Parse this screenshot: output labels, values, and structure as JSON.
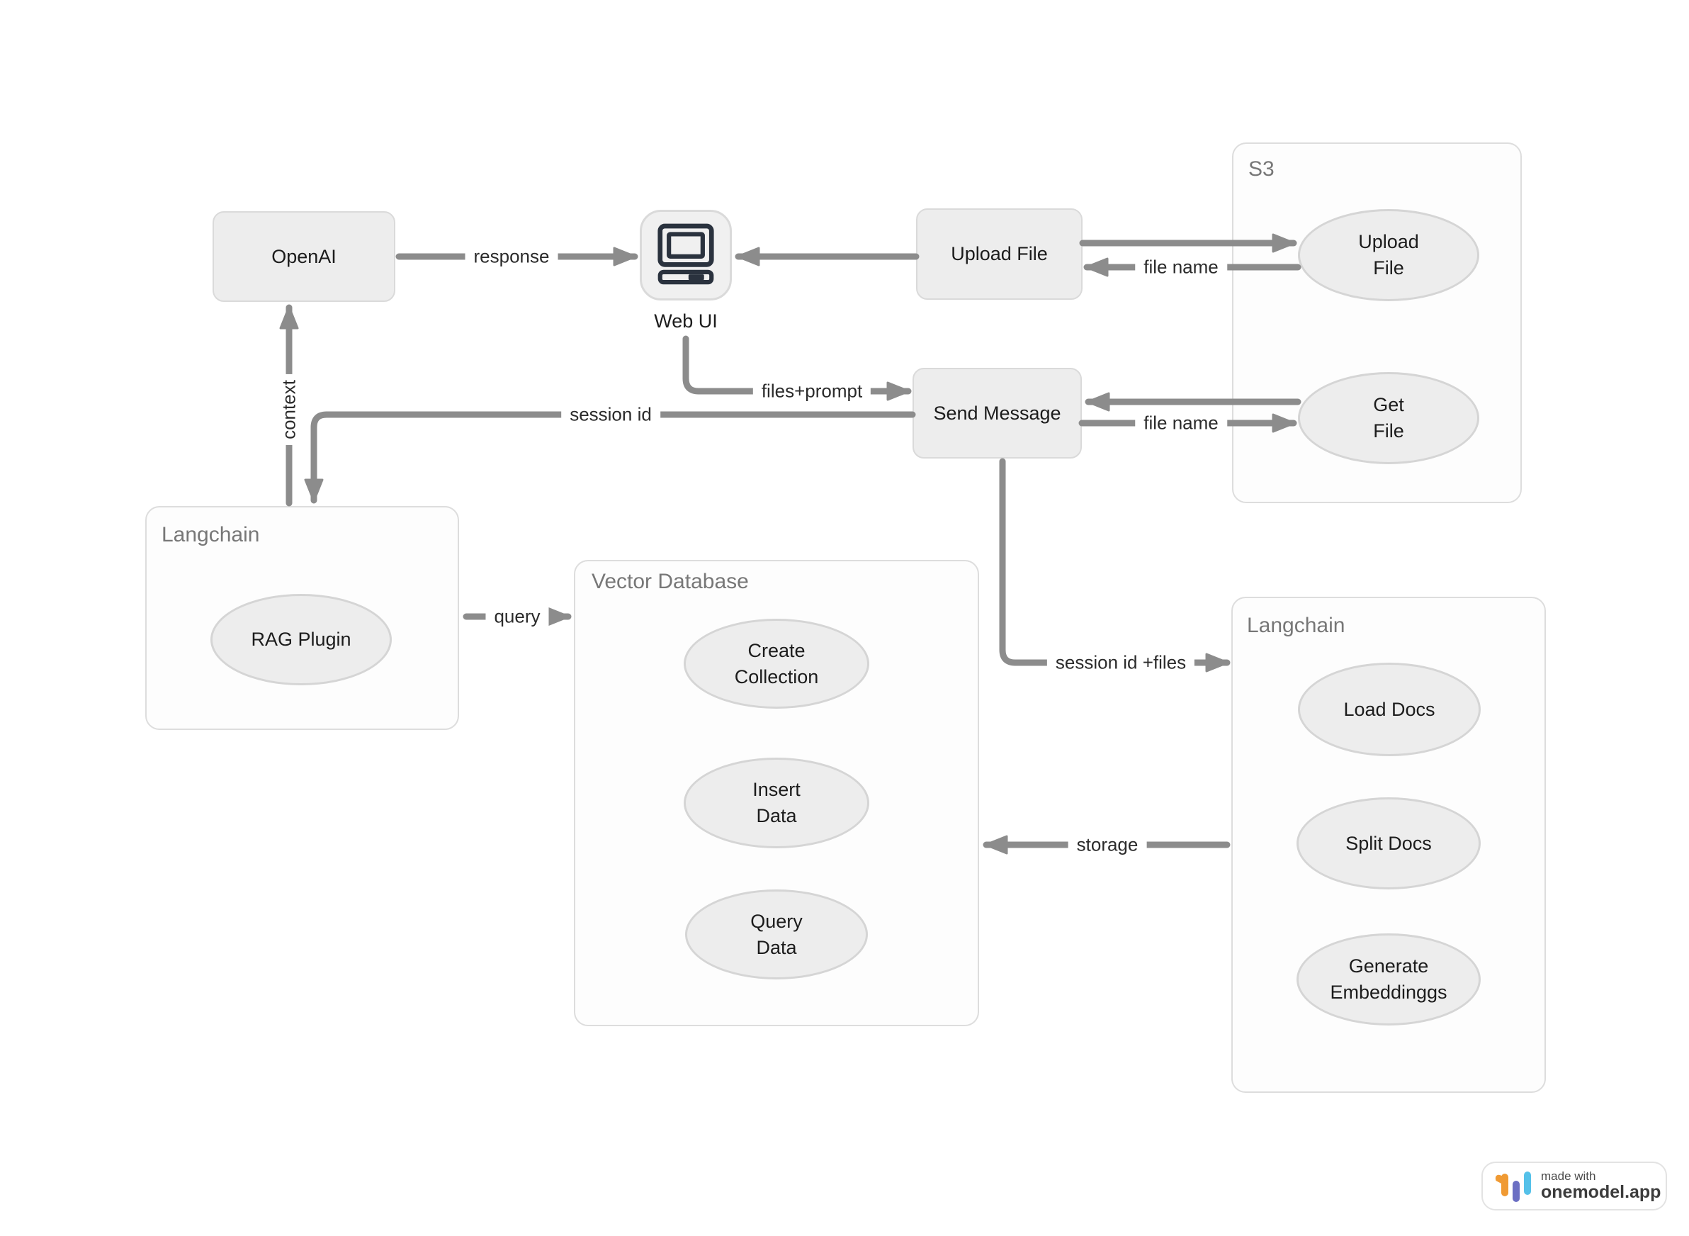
{
  "diagram": {
    "nodes": {
      "openai": "OpenAI",
      "web_ui": "Web UI",
      "upload_file": "Upload File",
      "send_message": "Send Message"
    },
    "containers": {
      "s3": "S3",
      "langchain_left": "Langchain",
      "vector_database": "Vector Database",
      "langchain_right": "Langchain"
    },
    "operations": {
      "s3_upload_file": "Upload\nFile",
      "s3_get_file": "Get\nFile",
      "rag_plugin": "RAG Plugin",
      "create_collection": "Create\nCollection",
      "insert_data": "Insert\nData",
      "query_data": "Query\nData",
      "load_docs": "Load Docs",
      "split_docs": "Split Docs",
      "generate_embeddings": "Generate\nEmbeddinggs"
    },
    "edge_labels": {
      "response": "response",
      "file_name_upload": "file name",
      "file_name_get": "file name",
      "files_prompt": "files+prompt",
      "session_id": "session id",
      "context": "context",
      "session_id_files": "session id +files",
      "storage": "storage",
      "query": "query"
    }
  },
  "badge": {
    "made_with": "made with",
    "brand": "onemodel.app"
  },
  "colors": {
    "arrow": "#8C8C8C",
    "node_fill": "#EDEDED",
    "node_border": "#DADADA",
    "ellipse_border": "#D5D5D5",
    "container_fill": "#FDFDFD",
    "container_border": "#DDDDDD",
    "container_title": "#777777",
    "node_text": "#1C1C1C",
    "edge_label_text": "#2B2B2B",
    "icon_stroke": "#2A323E",
    "badge_orange": "#F09A33",
    "badge_purple": "#6B6FC3",
    "badge_blue": "#55C1E9"
  }
}
